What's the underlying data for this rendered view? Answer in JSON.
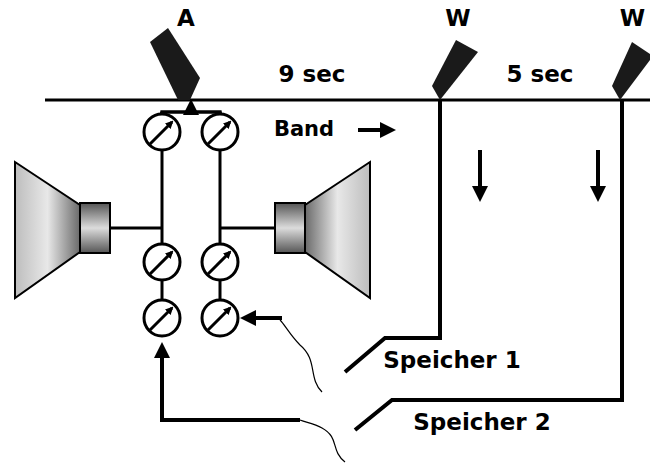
{
  "diagram": {
    "labels": [
      "A",
      "W",
      "W",
      "9 sec",
      "5 sec",
      "Band",
      "Speicher 1",
      "Speicher 2"
    ]
  }
}
